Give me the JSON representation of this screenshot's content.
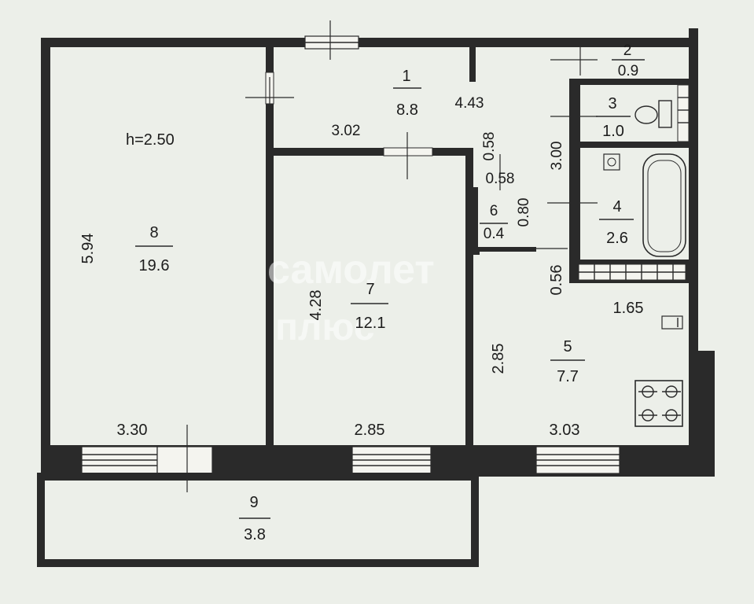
{
  "rooms": [
    {
      "id": "1",
      "area": "8.8"
    },
    {
      "id": "2",
      "area": "0.9"
    },
    {
      "id": "3",
      "area": "1.0"
    },
    {
      "id": "4",
      "area": "2.6"
    },
    {
      "id": "5",
      "area": "7.7"
    },
    {
      "id": "6",
      "area": "0.4"
    },
    {
      "id": "7",
      "area": "12.1"
    },
    {
      "id": "8",
      "area": "19.6"
    },
    {
      "id": "9",
      "area": "3.8"
    }
  ],
  "ceiling_height": "h=2.50",
  "dimensions": {
    "room8_height": "5.94",
    "room8_width": "3.30",
    "room7_height": "4.28",
    "room7_width": "2.85",
    "room1_width": "3.02",
    "corridor_length": "4.43",
    "corridor_gap_a": "0.58",
    "corridor_gap_b": "0.58",
    "closet_width": "0.80",
    "bath_length": "3.00",
    "kitchen_gap": "0.56",
    "kitchen_height": "2.85",
    "kitchen_width": "3.03",
    "kitchen_top": "1.65"
  },
  "watermark": {
    "line1": "самолет",
    "line2": "плюс"
  }
}
